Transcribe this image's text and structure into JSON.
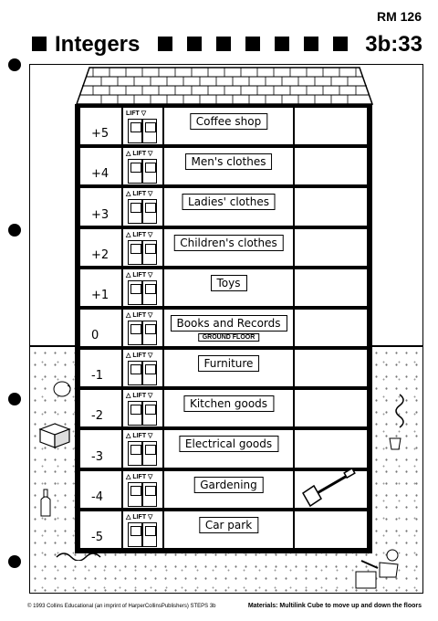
{
  "sheet_code": "RM 126",
  "title": "Integers",
  "page_ref": "3b:33",
  "lift_label": "LIFT",
  "floors": [
    {
      "level": "+5",
      "department": "Coffee shop"
    },
    {
      "level": "+4",
      "department": "Men's clothes"
    },
    {
      "level": "+3",
      "department": "Ladies' clothes"
    },
    {
      "level": "+2",
      "department": "Children's clothes"
    },
    {
      "level": "+1",
      "department": "Toys"
    },
    {
      "level": "0",
      "department": "Books and Records",
      "subsign": "GROUND FLOOR"
    },
    {
      "level": "-1",
      "department": "Furniture"
    },
    {
      "level": "-2",
      "department": "Kitchen goods"
    },
    {
      "level": "-3",
      "department": "Electrical goods"
    },
    {
      "level": "-4",
      "department": "Gardening"
    },
    {
      "level": "-5",
      "department": "Car park"
    }
  ],
  "footer": {
    "copyright": "© 1993 Collins Educational (an imprint of HarperCollinsPublishers) STEPS 3b",
    "materials": "Materials: Multilink Cube to move up and down the floors"
  }
}
